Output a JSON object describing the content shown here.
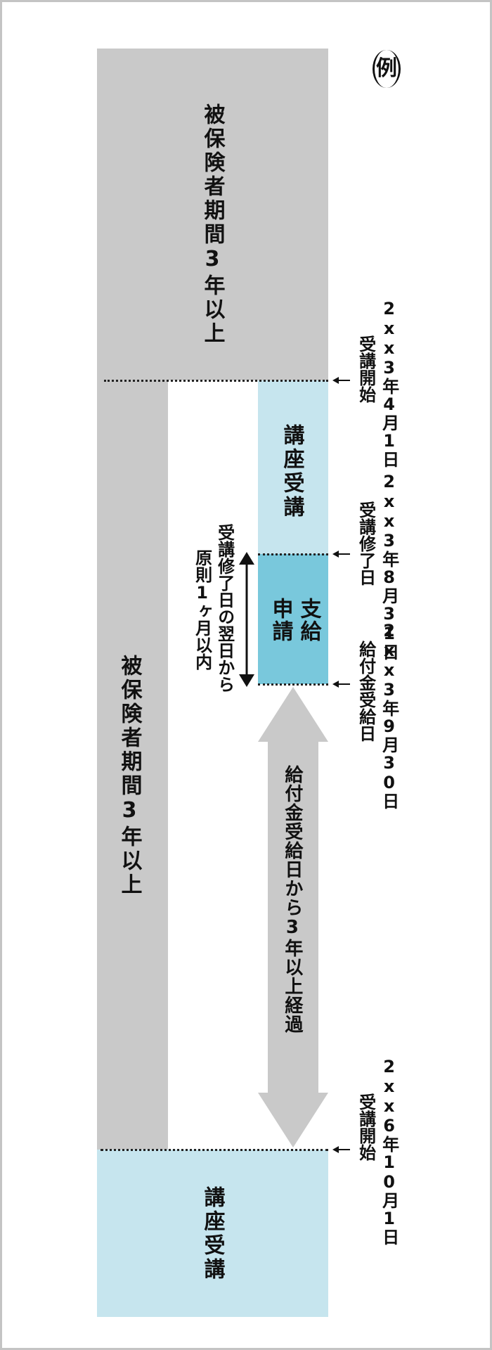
{
  "example_label": "例",
  "blocks": {
    "insured_top": "被保険者期間3年以上",
    "insured_side": "被保険者期間3年以上",
    "course_1": "講座受講",
    "application": [
      "支給",
      "申請"
    ],
    "course_2": "講座受講"
  },
  "interval_arrow_label": "給付金受給日から3年以上経過",
  "deadline_note": [
    "受講修了日の翌日から",
    "原則1ヶ月以内"
  ],
  "events": [
    {
      "date": "2xx3年4月1日",
      "label": "受講開始"
    },
    {
      "date": "2xx3年8月31日",
      "label": "受講修了日"
    },
    {
      "date": "2xx3年9月30日",
      "label": "給付金受給日"
    },
    {
      "date": "2xx6年10月1日",
      "label": "受講開始"
    }
  ],
  "colors": {
    "insured_period": "#c9c9c9",
    "course": "#c6e5ee",
    "application": "#79c8dc",
    "interval_arrow": "#c9c9c9"
  }
}
